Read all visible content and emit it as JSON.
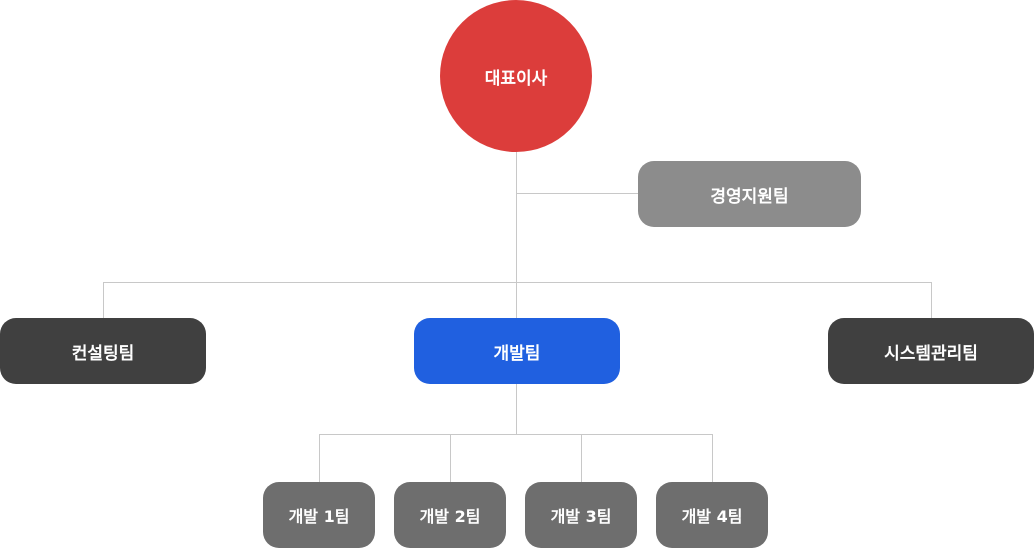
{
  "chart_data": {
    "type": "org-chart",
    "root": {
      "label": "대표이사",
      "color": "#dc3d3b",
      "staff": [
        {
          "label": "경영지원팀",
          "color": "#8c8c8c"
        }
      ],
      "children": [
        {
          "label": "컨설팅팀",
          "color": "#404040",
          "children": []
        },
        {
          "label": "개발팀",
          "color": "#2060e0",
          "children": [
            {
              "label": "개발 1팀",
              "color": "#6e6e6e"
            },
            {
              "label": "개발 2팀",
              "color": "#6e6e6e"
            },
            {
              "label": "개발 3팀",
              "color": "#6e6e6e"
            },
            {
              "label": "개발 4팀",
              "color": "#6e6e6e"
            }
          ]
        },
        {
          "label": "시스템관리팀",
          "color": "#404040",
          "children": []
        }
      ]
    }
  },
  "org": {
    "ceo": "대표이사",
    "support": "경영지원팀",
    "teams": [
      "컨설팅팀",
      "개발팀",
      "시스템관리팀"
    ],
    "dev_subteams": [
      "개발 1팀",
      "개발 2팀",
      "개발 3팀",
      "개발 4팀"
    ]
  },
  "colors": {
    "ceo": "#dc3d3b",
    "support": "#8c8c8c",
    "team_dark": "#404040",
    "team_accent": "#2060e0",
    "subteam": "#6e6e6e",
    "connector": "#c8c8c8"
  }
}
